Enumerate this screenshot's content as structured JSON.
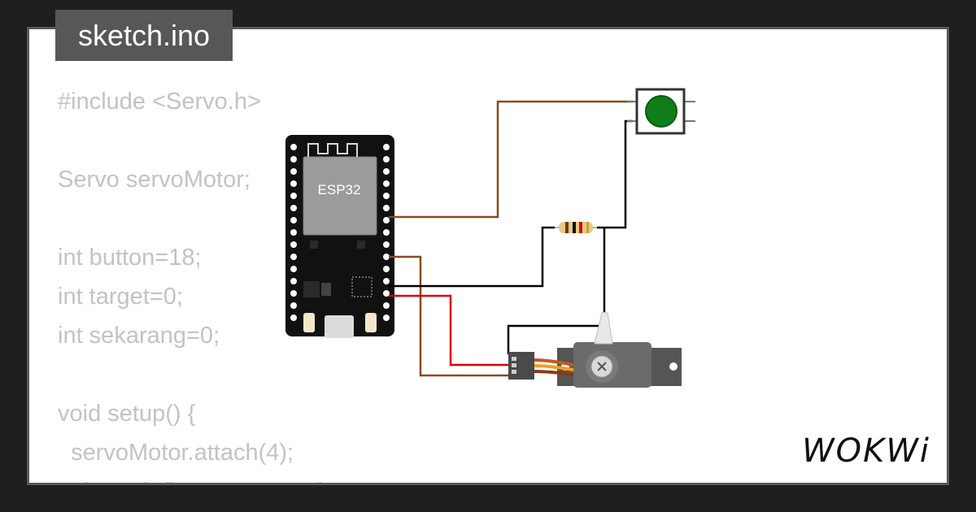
{
  "file_tab": {
    "label": "sketch.ino"
  },
  "code_lines": [
    "#include <Servo.h>",
    "",
    "Servo servoMotor;",
    "",
    "int button=18;",
    "int target=0;",
    "int sekarang=0;",
    "",
    "void setup() {",
    "  servoMotor.attach(4);",
    "  pinMode(button, INPUT);"
  ],
  "board": {
    "chip_label": "ESP32"
  },
  "brand": {
    "name": "WOKWi"
  },
  "colors": {
    "background": "#1f1f1f",
    "card": "#ffffff",
    "code_text": "#c3c3c3",
    "wire_brown": "#8b4a1f",
    "wire_black": "#000000",
    "wire_red": "#e00000",
    "button_cap": "#0f7d1a"
  }
}
